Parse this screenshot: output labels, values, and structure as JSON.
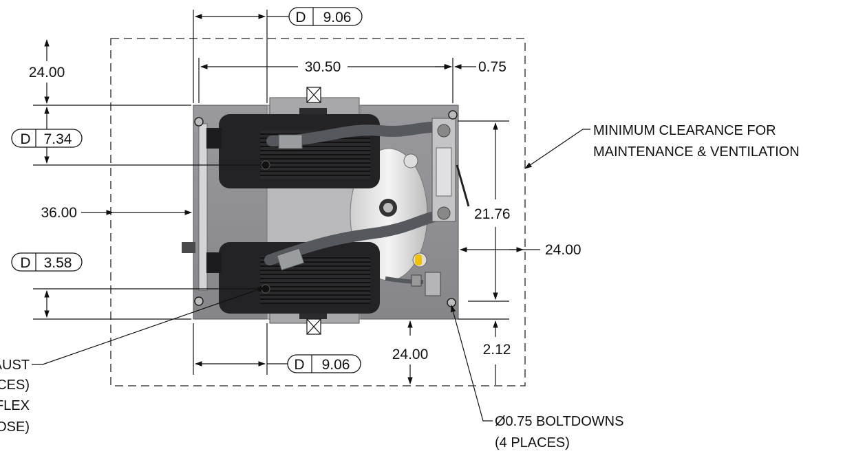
{
  "dimensions": {
    "top_gap": "24.00",
    "width_inner": "30.50",
    "right_offset": "0.75",
    "left_gap": "36.00",
    "height_inner": "21.76",
    "right_gap": "24.00",
    "bottom_gap": "24.00",
    "bottom_offset": "2.12"
  },
  "datum_tags": {
    "top": {
      "letter": "D",
      "value": "9.06"
    },
    "left_upper": {
      "letter": "D",
      "value": "7.34"
    },
    "left_lower": {
      "letter": "D",
      "value": "3.58"
    },
    "bottom": {
      "letter": "D",
      "value": "9.06"
    }
  },
  "notes": {
    "clearance_line1": "MINIMUM CLEARANCE FOR",
    "clearance_line2": "MAINTENANCE & VENTILATION",
    "exhaust_line1": "XHAUST",
    "exhaust_line2": "PLACES)",
    "exhaust_line3": "GE FLEX",
    "exhaust_line4": "LOOSE)",
    "boltdown_line1": "Ø0.75 BOLTDOWNS",
    "boltdown_line2": "(4 PLACES)"
  },
  "colors": {
    "base_plate": "#8f8f93",
    "motor_body": "#262628",
    "tank": "#e6e6e6",
    "hose": "#55585c",
    "valve_handle": "#f2c200"
  }
}
